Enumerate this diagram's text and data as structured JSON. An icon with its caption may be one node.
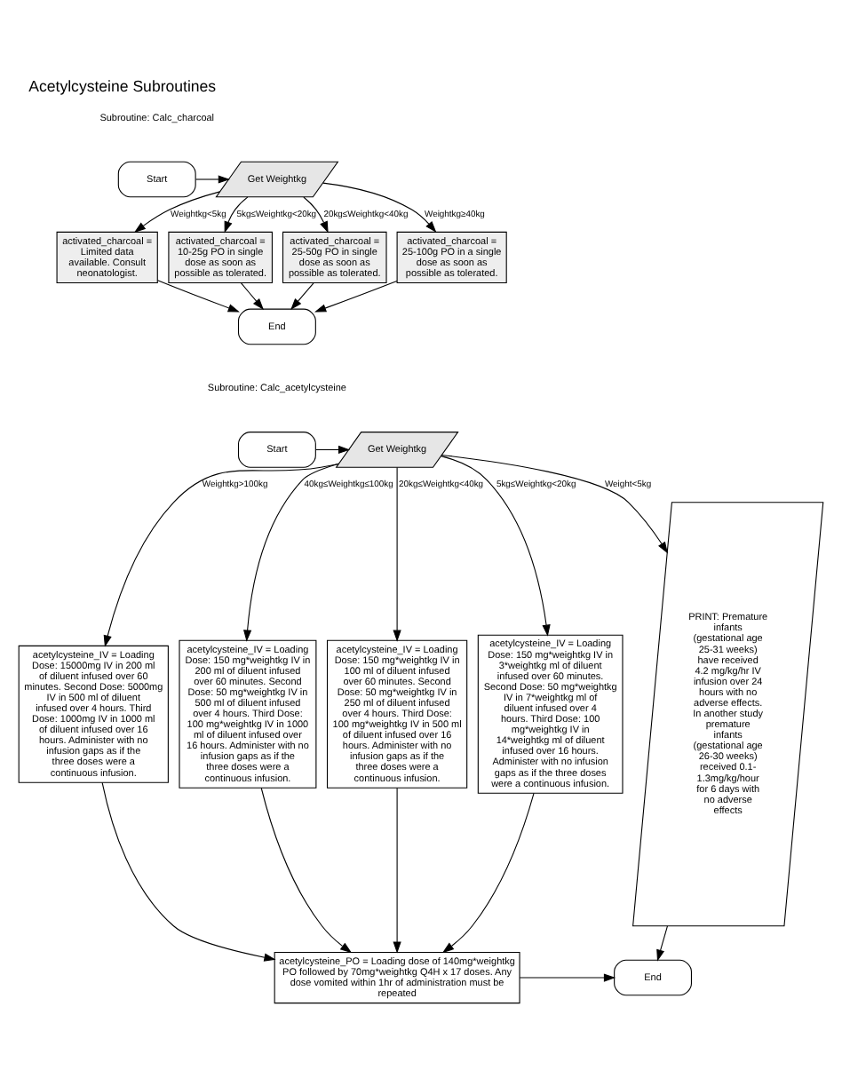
{
  "diagram": {
    "title": "Acetylcysteine Subroutines",
    "nodes": [
      {
        "text": [
          "Start"
        ]
      },
      {
        "text": [
          "Get Weightkg"
        ]
      },
      {
        "text": [
          "activated_charcoal = Limited data available. Consult neonatologist."
        ]
      },
      {
        "text": [
          "activated_charcoal = 10-25g PO in single dose as soon as possible as tolerated."
        ]
      },
      {
        "text": [
          "activated_charcoal = 25-50g PO in single dose as soon as possible as tolerated."
        ]
      },
      {
        "text": [
          "activated_charcoal = 25-100g PO in a single dose as soon as possible as tolerated."
        ]
      },
      {
        "text": [
          "End"
        ]
      },
      {
        "text": [
          "Start"
        ]
      },
      {
        "text": [
          "Get Weightkg"
        ]
      },
      {
        "text": [
          "acetylcysteine_IV = Loading Dose: 15000mg IV in 200 ml of diluent infused over 60 minutes. Second Dose: 5000mg IV in 500 ml of diluent infused over 4 hours. Third Dose: 1000mg IV in 1000 ml of diluent infused over 16 hours. Administer with no infusion gaps as if the three doses were a continuous infusion."
        ]
      },
      {
        "text": [
          "acetylcysteine_IV = Loading Dose: 150 mg*weightkg IV in 200 ml of diluent infused over 60 minutes. Second Dose: 50 mg*weightkg IV in 500 ml of diluent infused over 4 hours. Third Dose: 100 mg*weightkg IV in 1000 ml of diluent infused over 16 hours. Administer with no infusion gaps as if the three doses were a continuous infusion."
        ]
      },
      {
        "text": [
          "acetylcysteine_IV = Loading Dose: 150 mg*weightkg IV in 100 ml of diluent infused over 60 minutes. Second Dose: 50 mg*weightkg IV in 250 ml of diluent infused over 4 hours. Third Dose: 100 mg*weightkg IV in 500 ml of diluent infused over 16 hours. Administer with no infusion gaps as if the three doses were a continuous infusion."
        ]
      },
      {
        "text": [
          "acetylcysteine_IV = Loading Dose: 150 mg*weightkg IV in 3*weightkg ml of diluent infused over 60 minutes. Second Dose: 50 mg*weightkg IV in 7*weightkg ml of diluent infused over 4 hours. Third Dose: 100 mg*weightkg IV in 14*weightkg ml of diluent infused over 16 hours. Administer with no infusion gaps as if the three doses were a continuous infusion."
        ]
      },
      {
        "text": [
          "PRINT: Premature infants (gestational age 25-31 weeks) have received 4.2 mg/kg/hr IV infusion over 24 hours with no adverse effects. In another study premature infants (gestational age 26-30 weeks) received 0.1-1.3mg/kg/hour for 6 days with no adverse effects"
        ]
      },
      {
        "text": [
          "acetylcysteine_PO = Loading dose of 140mg*weightkg PO followed by 70mg*weightkg Q4H x 17 doses. Any dose vomited within 1hr of administration must be repeated"
        ]
      },
      {
        "text": [
          "End"
        ]
      }
    ],
    "edges": [
      {
        "from": 0,
        "to": 1,
        "arrow": "to"
      },
      {
        "from": 1,
        "to": 2,
        "arrow": "to",
        "label": "Weightkg<5kg"
      },
      {
        "from": 1,
        "to": 3,
        "arrow": "to",
        "label": "5kg≤Weightkg<20kg"
      },
      {
        "from": 1,
        "to": 4,
        "arrow": "to",
        "label": "20kg≤Weightkg<40kg"
      },
      {
        "from": 1,
        "to": 5,
        "arrow": "to",
        "label": "Weightkg≥40kg"
      },
      {
        "from": 2,
        "to": 6,
        "arrow": "to"
      },
      {
        "from": 3,
        "to": 6,
        "arrow": "to"
      },
      {
        "from": 4,
        "to": 6,
        "arrow": "to"
      },
      {
        "from": 5,
        "to": 6,
        "arrow": "to"
      },
      {
        "from": 7,
        "to": 8,
        "arrow": "to"
      },
      {
        "from": 8,
        "to": 9,
        "arrow": "to",
        "label": "Weightkg>100kg"
      },
      {
        "from": 8,
        "to": 10,
        "arrow": "to",
        "label": "40kg≤Weightkg≤100kg"
      },
      {
        "from": 8,
        "to": 11,
        "arrow": "to",
        "label": "20kg≤Weightkg<40kg"
      },
      {
        "from": 8,
        "to": 12,
        "arrow": "to",
        "label": "5kg≤Weightkg<20kg"
      },
      {
        "from": 8,
        "to": 13,
        "arrow": "to",
        "label": "Weight<5kg"
      },
      {
        "from": 9,
        "to": 14,
        "arrow": "to"
      },
      {
        "from": 10,
        "to": 14,
        "arrow": "to"
      },
      {
        "from": 11,
        "to": 14,
        "arrow": "to"
      },
      {
        "from": 12,
        "to": 14,
        "arrow": "to"
      },
      {
        "from": 14,
        "to": 15,
        "arrow": "to"
      },
      {
        "from": 13,
        "to": 15,
        "arrow": "to"
      }
    ],
    "labels": [
      "Subroutine: Calc_charcoal",
      "Subroutine: Calc_acetylcysteine"
    ]
  }
}
